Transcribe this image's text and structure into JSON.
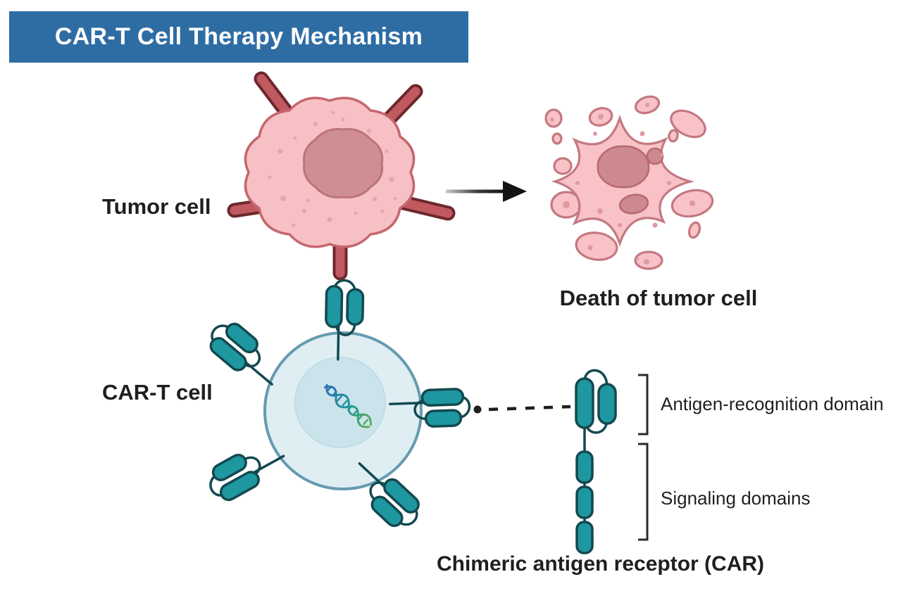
{
  "title": "CAR-T Cell Therapy Mechanism",
  "labels": {
    "tumor_cell": "Tumor cell",
    "death_of_tumor_cell": "Death of tumor cell",
    "car_t_cell": "CAR-T cell",
    "antigen_recognition_domain": "Antigen-recognition domain",
    "signaling_domains": "Signaling domains",
    "chimeric_antigen_receptor": "Chimeric antigen receptor (CAR)"
  },
  "icons": {
    "tumor_cell": "tumor-cell-icon",
    "dead_tumor_cell": "dead-tumor-cell-icon",
    "car_t_cell": "car-t-cell-icon",
    "car_receptor": "car-receptor-icon",
    "dna": "dna-helix-icon",
    "arrow": "arrow-right-icon",
    "connector": "dashed-connector-icon",
    "bracket": "square-bracket-icon"
  },
  "colors": {
    "title_bg": "#2E6DA4",
    "title_text": "#FFFFFF",
    "text": "#1F1F1F",
    "tumor_fill": "#F7C0C4",
    "tumor_stroke": "#C4676E",
    "tumor_nucleus_fill": "#CF8E92",
    "tumor_nucleus_stroke": "#BA747A",
    "tumor_dot": "#E2A6AB",
    "spike_fill": "#C05A60",
    "spike_stroke": "#6E272C",
    "dead_fill": "#F8C2C7",
    "dead_stroke": "#C47880",
    "dead_nucleus_fill": "#CC8A90",
    "dead_nucleus_stroke": "#BA6970",
    "dead_dot": "#DF9AA0",
    "cart_fill": "#DEEEF3",
    "cart_stroke": "#669BB0",
    "cart_nucleus_fill": "#CBE4EC",
    "cart_nucleus_stroke": "#BFDCE6",
    "receptor_fill": "#1E97A0",
    "receptor_stroke": "#12494F",
    "arrow_color": "#141414",
    "bracket_color": "#2A2A2A",
    "dna_blue": "#2E6DB4",
    "dna_teal": "#1E97A0",
    "dna_green": "#5FAE54"
  }
}
